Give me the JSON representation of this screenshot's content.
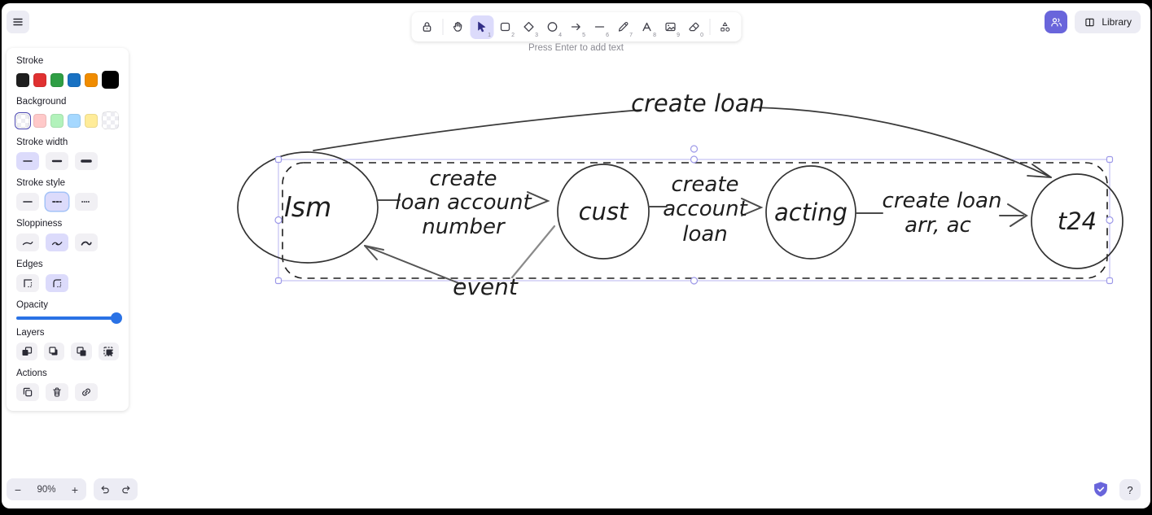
{
  "hint": "Press Enter to add text",
  "header": {
    "library": "Library"
  },
  "toolbar": {
    "tools": [
      {
        "name": "lock",
        "shortcut": ""
      },
      {
        "name": "hand",
        "shortcut": ""
      },
      {
        "name": "selection",
        "shortcut": "1"
      },
      {
        "name": "rectangle",
        "shortcut": "2"
      },
      {
        "name": "diamond",
        "shortcut": "3"
      },
      {
        "name": "ellipse",
        "shortcut": "4"
      },
      {
        "name": "arrow",
        "shortcut": "5"
      },
      {
        "name": "line",
        "shortcut": "6"
      },
      {
        "name": "draw",
        "shortcut": "7"
      },
      {
        "name": "text",
        "shortcut": "8"
      },
      {
        "name": "image",
        "shortcut": "9"
      },
      {
        "name": "eraser",
        "shortcut": "0"
      },
      {
        "name": "more-tools",
        "shortcut": ""
      }
    ],
    "active_tool": "selection"
  },
  "panel": {
    "stroke": {
      "label": "Stroke",
      "colors": [
        "#1e1e1e",
        "#e03131",
        "#2f9e44",
        "#1971c2",
        "#f08c00"
      ],
      "current": "#000000"
    },
    "background": {
      "label": "Background",
      "colors": [
        "transparent",
        "#ffc9c9",
        "#b2f2bb",
        "#a5d8ff",
        "#ffec99"
      ],
      "current": "transparent",
      "selected": "transparent"
    },
    "stroke_width": {
      "label": "Stroke width",
      "selected": "thin"
    },
    "stroke_style": {
      "label": "Stroke style",
      "selected": "dashed"
    },
    "sloppiness": {
      "label": "Sloppiness",
      "selected": "artist"
    },
    "edges": {
      "label": "Edges",
      "selected": "round"
    },
    "opacity": {
      "label": "Opacity",
      "value": 100
    },
    "layers": {
      "label": "Layers"
    },
    "actions": {
      "label": "Actions"
    }
  },
  "footer": {
    "zoom_out": "−",
    "zoom_level": "90%",
    "zoom_in": "+",
    "help": "?"
  },
  "canvas": {
    "nodes": [
      {
        "id": "lsm",
        "label": "lsm"
      },
      {
        "id": "cust",
        "label": "cust"
      },
      {
        "id": "acting",
        "label": "acting"
      },
      {
        "id": "t24",
        "label": "t24"
      }
    ],
    "edge_labels": {
      "flow_title": "create loan",
      "lsm_cust": [
        "create",
        "loan account",
        "number"
      ],
      "cust_acting": [
        "create",
        "account",
        "loan"
      ],
      "acting_t24": [
        "create loan",
        "arr, ac"
      ],
      "event": "event"
    },
    "accent_color": "#6965db"
  }
}
